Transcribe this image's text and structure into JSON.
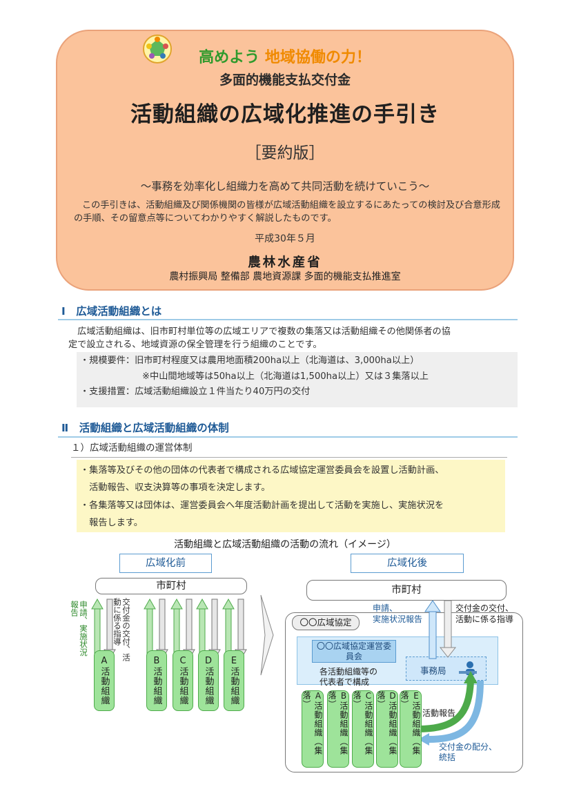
{
  "header": {
    "slogan_part1": "高めよう",
    "slogan_part2": "地域協働の力！",
    "program": "多面的機能支払交付金",
    "title": "活動組織の広域化推進の手引き",
    "edition": "［要約版］",
    "tagline": "～事務を効率化し組織力を高めて共同活動を続けていこう～",
    "intro": "この手引きは、活動組織及び関係機関の皆様が広域活動組織を設立するにあたっての検討及び合意形成の手順、その留意点等についてわかりやすく解説したものです。",
    "date": "平成30年５月",
    "ministry": "農林水産省",
    "department": "農村振興局 整備部 農地資源課 多面的機能支払推進室"
  },
  "section1": {
    "heading": "Ⅰ　広域活動組織とは",
    "body": [
      "　広域活動組織は、旧市町村単位等の広域エリアで複数の集落又は活動組織その他関係者の協",
      "定で設立される、地域資源の保全管理を行う組織のことです。"
    ],
    "req1": "・規模要件：旧市町村程度又は農用地面積200ha以上（北海道は、3,000ha以上）",
    "req2": "※中山間地域等は50ha以上（北海道は1,500ha以上）又は３集落以上",
    "support": "・支援措置：広域活動組織設立１件当たり40万円の交付"
  },
  "section2": {
    "heading": "Ⅱ　活動組織と広域活動組織の体制",
    "subheading": "１）広域活動組織の運営体制",
    "bullets": [
      "・集落等及びその他の団体の代表者で構成される広域協定運営委員会を設置し活動計画、",
      "　活動報告、収支決算等の事項を決定します。",
      "・各集落等又は団体は、運営委員会へ年度活動計画を提出して活動を実施し、実施状況を",
      "　報告します。"
    ]
  },
  "diagram": {
    "caption": "活動組織と広域活動組織の活動の流れ（イメージ）",
    "before_label": "広域化前",
    "after_label": "広域化後",
    "city": "市町村",
    "before_up_label": "申請、実施状況報告",
    "before_down_label": "交付金の交付、活動に係る指導",
    "before_orgs": [
      "A活動組織",
      "B活動組織",
      "C活動組織",
      "D活動組織",
      "E活動組織"
    ],
    "agreement_label": "〇〇広域協定",
    "committee": "〇〇広域協定運営委員会",
    "committee_note_1": "各活動組織等の",
    "committee_note_2": "代表者で構成",
    "office": "事務局",
    "after_up_label_1": "申請、",
    "after_up_label_2": "実施状況報告",
    "after_down_label_1": "交付金の交付、",
    "after_down_label_2": "活動に係る指導",
    "after_orgs": [
      "A活動組織（集落）",
      "B活動組織（集落）",
      "C活動組織（集落）",
      "D活動組織（集落）",
      "E活動組織（集落）"
    ],
    "activity_report": "活動報告",
    "distribution_1": "交付金の配分、",
    "distribution_2": "統括"
  },
  "colors": {
    "hero_bg": "#fbc39b",
    "section_heading": "#1e5a96",
    "org_green": "#9ee39a",
    "slogan_green": "#2f9a2c",
    "slogan_orange": "#f08a00"
  }
}
